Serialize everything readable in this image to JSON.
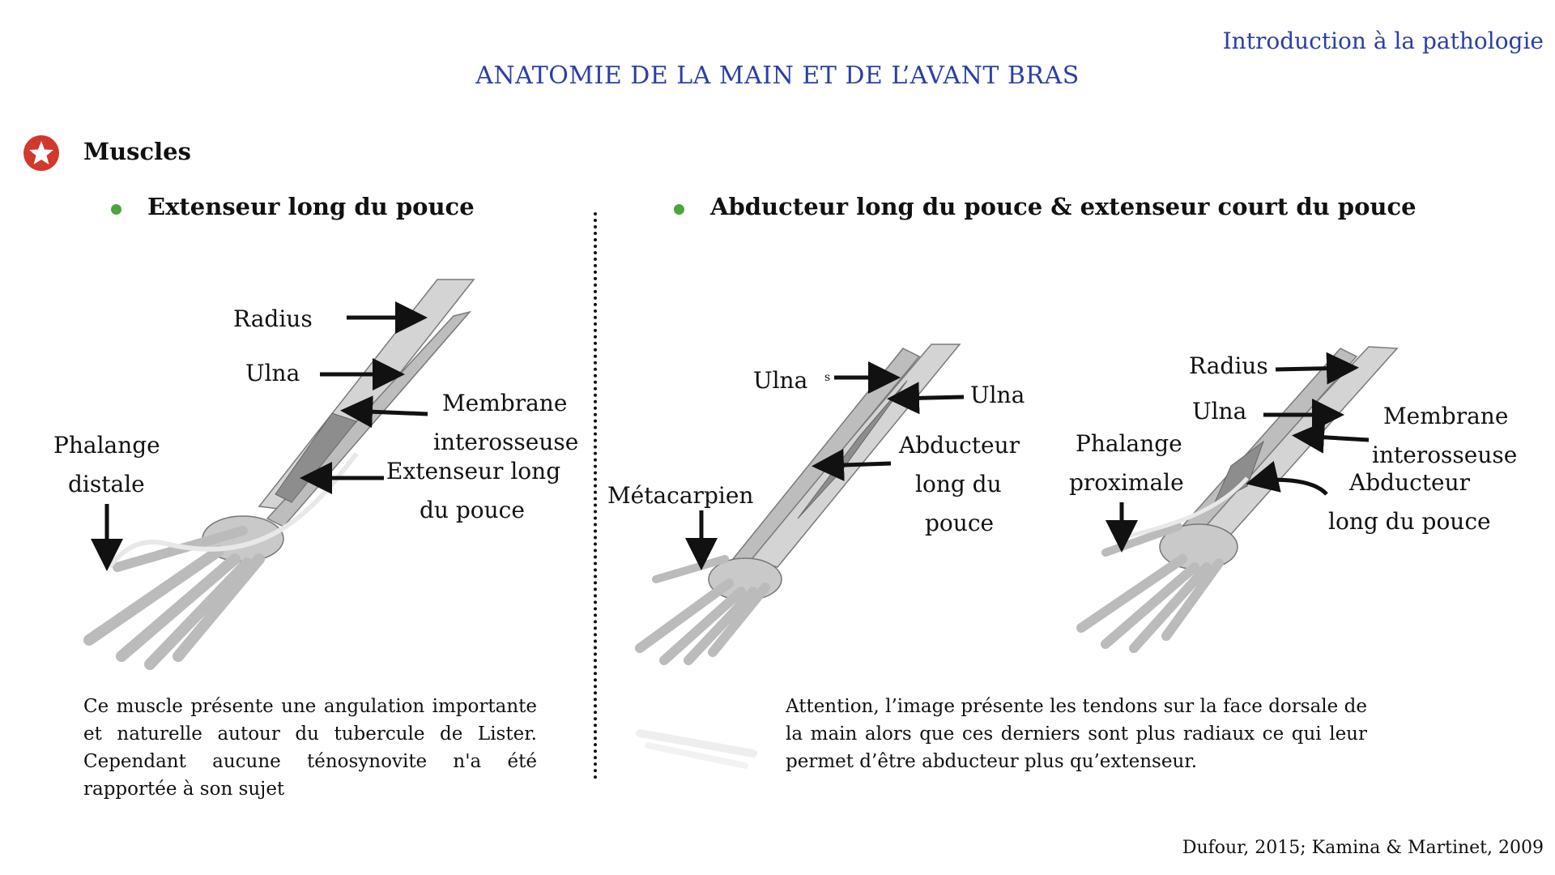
{
  "header": {
    "course": "Introduction à la pathologie",
    "title": "ANATOMIE DE LA MAIN ET DE L’AVANT BRAS"
  },
  "section": {
    "label": "Muscles",
    "icon": "star-icon",
    "icon_color": "#d2382b"
  },
  "left": {
    "heading": "Extenseur long du pouce",
    "labels": {
      "radius": "Radius",
      "ulna": "Ulna",
      "membrane_1": "Membrane",
      "membrane_2": "interosseuse",
      "phalange_1": "Phalange",
      "phalange_2": "distale",
      "ext_1": "Extenseur long",
      "ext_2": "du pouce"
    },
    "description": "Ce muscle présente une angulation importante et naturelle autour du tubercule de Lister. Cependant aucune ténosynovite n'a été rapportée à son sujet"
  },
  "right": {
    "heading": "Abducteur long du pouce & extenseur court du pouce",
    "fig1": {
      "ulna_a": "Ulna",
      "ulna_b": "Ulna",
      "small_s": "s",
      "abd_1": "Abducteur",
      "abd_2": "long du",
      "abd_3": "pouce",
      "metacarpien": "Métacarpien"
    },
    "fig2": {
      "radius": "Radius",
      "ulna": "Ulna",
      "membrane_1": "Membrane",
      "membrane_2": "interosseuse",
      "phalange_1": "Phalange",
      "phalange_2": "proximale",
      "abd_1": "Abducteur",
      "abd_2": "long du pouce"
    },
    "description": "Attention, l’image présente les tendons sur la face dorsale de la main alors que ces derniers sont plus radiaux ce qui leur permet d’être abducteur plus qu’extenseur."
  },
  "citation": "Dufour, 2015; Kamina & Martinet, 2009",
  "colors": {
    "title_blue": "#2b3fa6",
    "bullet_green": "#4aa63c",
    "bone_gray": "#c9c9c9",
    "muscle_gray": "#8d8d8d"
  }
}
